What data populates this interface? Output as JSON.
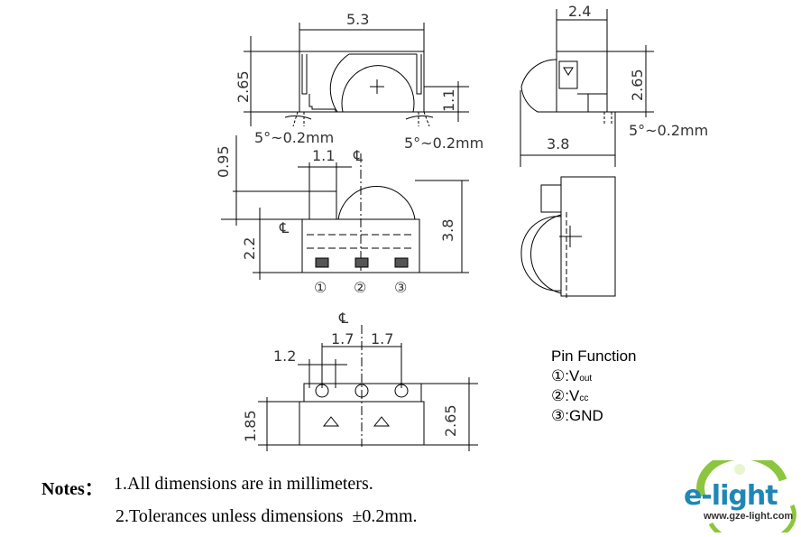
{
  "drawing": {
    "top_view": {
      "width": "5.3",
      "height": "2.65",
      "lens_height": "1.1",
      "draft_left": "5°~0.2mm",
      "draft_right": "5°~0.2mm"
    },
    "side_view_top": {
      "width": "2.4",
      "height": "2.65",
      "depth": "3.8",
      "draft": "5°~0.2mm"
    },
    "front_view": {
      "offset": "0.95",
      "pitch": "1.1",
      "center_mark": "℄",
      "center_mark_left": "℄",
      "height": "3.8",
      "body_height": "2.2",
      "pins": [
        "①",
        "②",
        "③"
      ]
    },
    "bottom_view": {
      "center_mark": "℄",
      "pad": "1.2",
      "pitch_left": "1.7",
      "pitch_right": "1.7",
      "height": "1.85",
      "total_height": "2.65"
    }
  },
  "pin_function": {
    "title": "Pin Function",
    "items": [
      {
        "num": "①",
        "label": ":V",
        "sub": "out"
      },
      {
        "num": "②",
        "label": ":V",
        "sub": "cc"
      },
      {
        "num": "③",
        "label": ":GND",
        "sub": ""
      }
    ]
  },
  "notes": {
    "label": "Notes：",
    "line1": "1.All dimensions are in millimeters.",
    "line2": "2.Tolerances unless dimensions  ±0.2mm."
  },
  "logo": {
    "name": "e-light",
    "url": "www.gze-light.com",
    "colors": {
      "green": "#8cc63f",
      "blue": "#1f87b4"
    }
  }
}
